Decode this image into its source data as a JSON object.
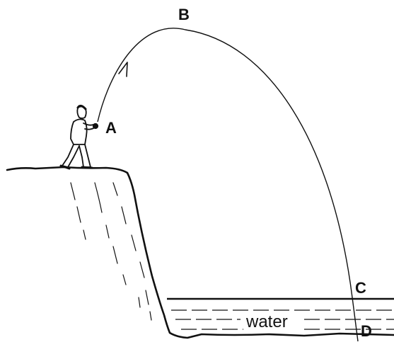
{
  "labels": {
    "point_a": "A",
    "point_b": "B",
    "point_c": "C",
    "point_d": "D",
    "water": "water"
  },
  "colors": {
    "ink": "#111111",
    "background": "#ffffff"
  },
  "icons": {
    "person": "person-throwing-stone-icon",
    "arrow": "direction-arrow-icon"
  }
}
